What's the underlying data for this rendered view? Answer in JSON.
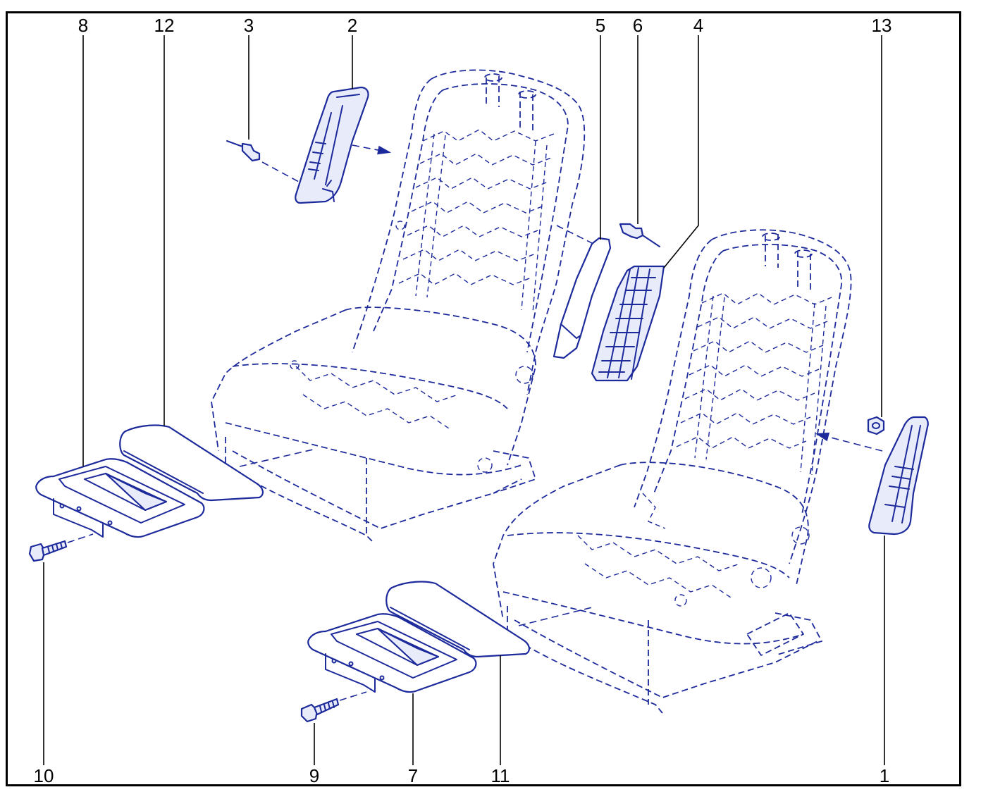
{
  "colors": {
    "line_art": "#1d2a9c",
    "part_fill": "#e8ecfa",
    "leader": "#000000",
    "frame": "#000000",
    "background": "#ffffff"
  },
  "callouts": [
    {
      "id": "c8",
      "label": "8"
    },
    {
      "id": "c12",
      "label": "12"
    },
    {
      "id": "c3",
      "label": "3"
    },
    {
      "id": "c2",
      "label": "2"
    },
    {
      "id": "c5",
      "label": "5"
    },
    {
      "id": "c6",
      "label": "6"
    },
    {
      "id": "c4",
      "label": "4"
    },
    {
      "id": "c13",
      "label": "13"
    },
    {
      "id": "c10",
      "label": "10"
    },
    {
      "id": "c9",
      "label": "9"
    },
    {
      "id": "c7",
      "label": "7"
    },
    {
      "id": "c11",
      "label": "11"
    },
    {
      "id": "c1",
      "label": "1"
    }
  ]
}
